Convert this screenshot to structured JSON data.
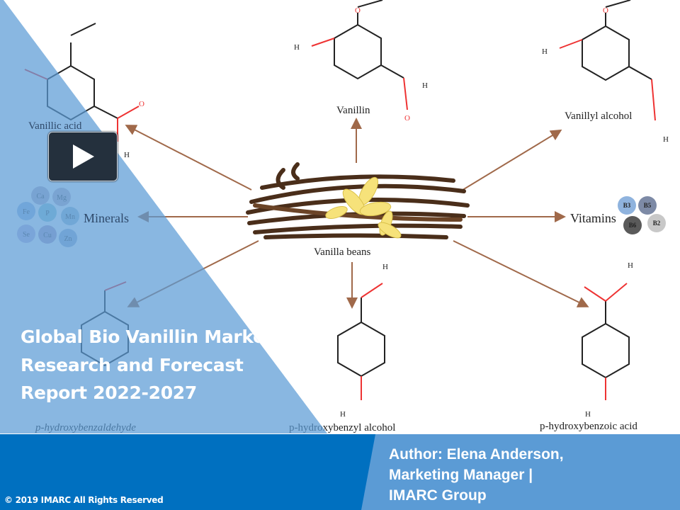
{
  "slide": {
    "title_lines": [
      "Global Bio Vanillin Market",
      "Research and Forecast",
      "Report 2022-2027"
    ],
    "author_lines": [
      "Author: Elena Anderson,",
      "Marketing Manager |",
      "IMARC Group"
    ],
    "copyright": "© 2019  IMARC All Rights Reserved",
    "play_button": "play-icon"
  },
  "diagram": {
    "center": "Vanilla beans",
    "compounds": {
      "vanillic_acid": "Vanillic acid",
      "vanillin": "Vanillin",
      "vanillyl_alcohol": "Vanillyl alcohol",
      "minerals": "Minerals",
      "vitamins": "Vitamins",
      "p_hydroxybenzaldehyde": "p-hydroxybenzaldehyde",
      "p_hydroxybenzyl_alcohol": "p-hydroxybenzyl alcohol",
      "p_hydroxybenzoic_acid": "p-hydroxybenzoic acid"
    },
    "minerals": [
      "Ca",
      "Mg",
      "Fe",
      "P",
      "Mn",
      "Se",
      "Cu",
      "Zn"
    ],
    "vitamins": [
      "B3",
      "B5",
      "B6",
      "B2"
    ],
    "atoms": {
      "O": "O",
      "H": "H"
    }
  },
  "colors": {
    "footer_dark": "#0070c0",
    "footer_light": "#5b9bd5",
    "triangle": "#5b9bd5",
    "arrow": "#a0694a",
    "bean": "#4a2e1a",
    "flower": "#f6e27a"
  }
}
